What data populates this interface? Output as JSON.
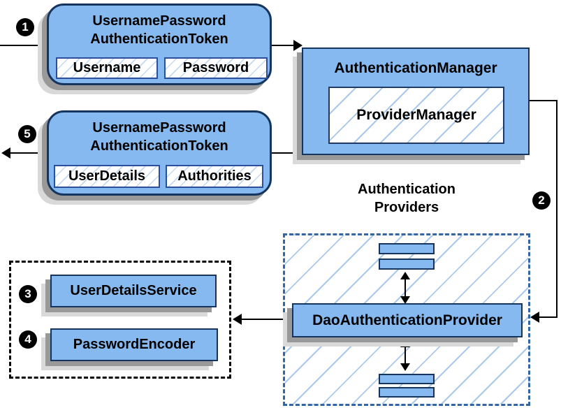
{
  "steps": [
    "1",
    "2",
    "3",
    "4",
    "5"
  ],
  "token_request": {
    "title1": "UsernamePassword",
    "title2": "AuthenticationToken",
    "field1": "Username",
    "field2": "Password"
  },
  "auth_manager": {
    "title": "AuthenticationManager",
    "provider": "ProviderManager"
  },
  "token_response": {
    "title1": "UsernamePassword",
    "title2": "AuthenticationToken",
    "field1": "UserDetails",
    "field2": "Authorities"
  },
  "providers": {
    "label1": "Authentication",
    "label2": "Providers",
    "dao": "DaoAuthenticationProvider"
  },
  "services": {
    "user_details": "UserDetailsService",
    "password_encoder": "PasswordEncoder"
  },
  "colors": {
    "box-fill": "#85b9f0",
    "box-border": "#15355e",
    "inner-border": "#2c4f9c",
    "pm-border": "#1f3864",
    "dashed-border": "#3465a4",
    "hatch-line": "#a9c9ec",
    "hatch-light": "#c3d9f1",
    "shadow1": "#999999",
    "shadow2": "#d9d9d9"
  }
}
